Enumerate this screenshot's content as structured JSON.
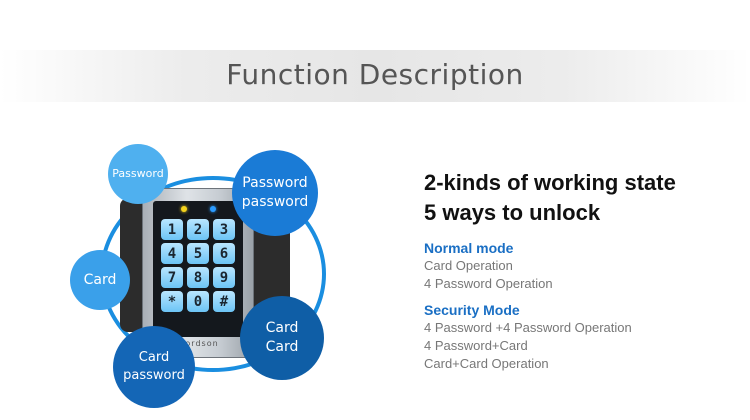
{
  "header": {
    "title": "Function Description"
  },
  "diagram": {
    "bubbles": [
      {
        "id": "b1",
        "text": "Password"
      },
      {
        "id": "b2",
        "text": "Password\npassword"
      },
      {
        "id": "b3",
        "text": "Card"
      },
      {
        "id": "b4",
        "text": "Card\nCard"
      },
      {
        "id": "b5",
        "text": "Card\npassword"
      }
    ],
    "keys": [
      "1",
      "2",
      "3",
      "4",
      "5",
      "6",
      "7",
      "8",
      "9",
      "*",
      "0",
      "#"
    ],
    "brand": "nordson"
  },
  "info": {
    "headline_1": "2-kinds of working state",
    "headline_2": "5 ways to unlock",
    "normal": {
      "title": "Normal mode",
      "items": [
        "Card Operation",
        "4 Password Operation"
      ]
    },
    "security": {
      "title": "Security Mode",
      "items": [
        "4 Password +4 Password Operation",
        "4 Password+Card",
        "Card+Card Operation"
      ]
    }
  }
}
